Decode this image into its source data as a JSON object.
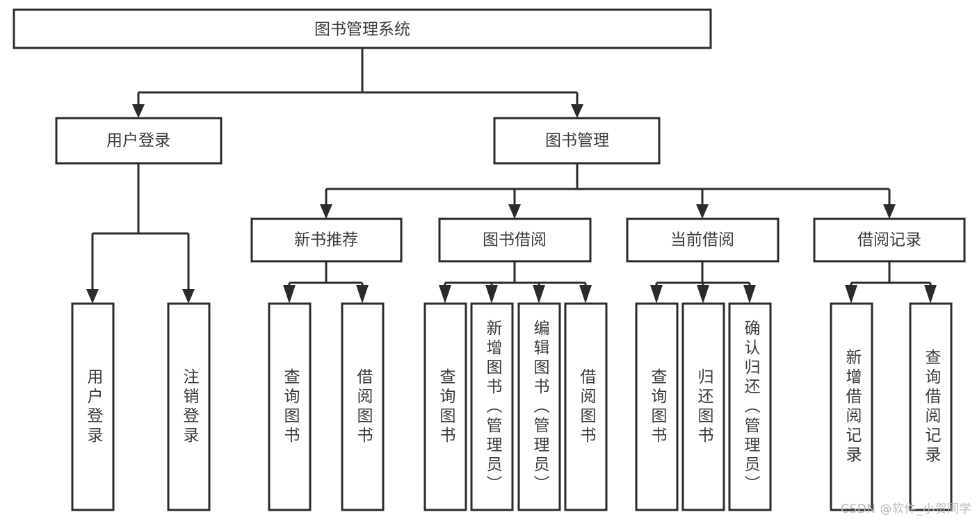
{
  "diagram": {
    "title_node": {
      "label": "图书管理系统"
    },
    "level2": [
      {
        "id": "user-login",
        "label": "用户登录"
      },
      {
        "id": "book-manage",
        "label": "图书管理"
      }
    ],
    "level3": [
      {
        "id": "new-book-recommend",
        "label": "新书推荐"
      },
      {
        "id": "book-borrow",
        "label": "图书借阅"
      },
      {
        "id": "current-borrow",
        "label": "当前借阅"
      },
      {
        "id": "borrow-record",
        "label": "借阅记录"
      }
    ],
    "leaves": [
      {
        "id": "leaf-user-login",
        "label": "用户登录",
        "parent": "user-login"
      },
      {
        "id": "leaf-user-logout",
        "label": "注销登录",
        "parent": "user-login"
      },
      {
        "id": "leaf-query-book-1",
        "label": "查询图书",
        "parent": "new-book-recommend"
      },
      {
        "id": "leaf-borrow-book-1",
        "label": "借阅图书",
        "parent": "new-book-recommend"
      },
      {
        "id": "leaf-query-book-2",
        "label": "查询图书",
        "parent": "book-borrow"
      },
      {
        "id": "leaf-add-book",
        "label": "新增图书（管理员）",
        "parent": "book-borrow"
      },
      {
        "id": "leaf-edit-book",
        "label": "编辑图书（管理员）",
        "parent": "book-borrow"
      },
      {
        "id": "leaf-borrow-book-2",
        "label": "借阅图书",
        "parent": "book-borrow"
      },
      {
        "id": "leaf-query-book-3",
        "label": "查询图书",
        "parent": "current-borrow"
      },
      {
        "id": "leaf-return-book",
        "label": "归还图书",
        "parent": "current-borrow"
      },
      {
        "id": "leaf-confirm-return",
        "label": "确认归还（管理员）",
        "parent": "current-borrow"
      },
      {
        "id": "leaf-add-record",
        "label": "新增借阅记录",
        "parent": "borrow-record"
      },
      {
        "id": "leaf-query-record",
        "label": "查询借阅记录",
        "parent": "borrow-record"
      }
    ],
    "colors": {
      "stroke": "#2b2b2b",
      "fill": "#ffffff",
      "text": "#3a3a3a",
      "watermark": "#b8b8b8"
    }
  },
  "watermark": {
    "text": "CSDN @软件_小贺同学"
  }
}
